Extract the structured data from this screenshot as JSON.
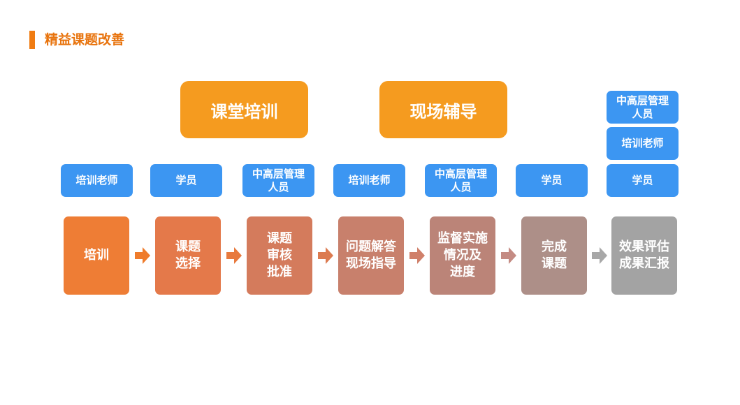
{
  "page": {
    "title": "精益课题改善"
  },
  "colors": {
    "title_accent": "#f07c12",
    "phase_fill": "#f59b1f",
    "role_fill": "#3c96f2"
  },
  "phases": [
    {
      "label": "课堂培训"
    },
    {
      "label": "现场辅导"
    }
  ],
  "roles": {
    "column_1": [
      "培训老师"
    ],
    "column_2": [
      "学员"
    ],
    "column_3": [
      "中高层管理",
      "人员"
    ],
    "column_4": [
      "培训老师"
    ],
    "column_5": [
      "中高层管理",
      "人员"
    ],
    "column_6": [
      "学员"
    ],
    "column_7_top": [
      "中高层管理",
      "人员"
    ],
    "column_7_middle": [
      "培训老师"
    ],
    "column_7_bottom": [
      "学员"
    ]
  },
  "steps": [
    {
      "lines": [
        "培训"
      ],
      "color": "#ee7d35"
    },
    {
      "lines": [
        "课题",
        "选择"
      ],
      "color": "#e4794a"
    },
    {
      "lines": [
        "课题",
        "审核",
        "批准"
      ],
      "color": "#d47b5c"
    },
    {
      "lines": [
        "问题解答",
        "现场指导"
      ],
      "color": "#c8806c"
    },
    {
      "lines": [
        "监督实施",
        "情况及",
        "进度"
      ],
      "color": "#bb8478"
    },
    {
      "lines": [
        "完成",
        "课题"
      ],
      "color": "#ad8f88"
    },
    {
      "lines": [
        "效果评估",
        "成果汇报"
      ],
      "color": "#a3a3a3"
    }
  ],
  "arrow_colors": [
    "#ef7c2c",
    "#e87a3e",
    "#dc7b50",
    "#d0806a",
    "#c48b83",
    "#a8a8a8"
  ]
}
